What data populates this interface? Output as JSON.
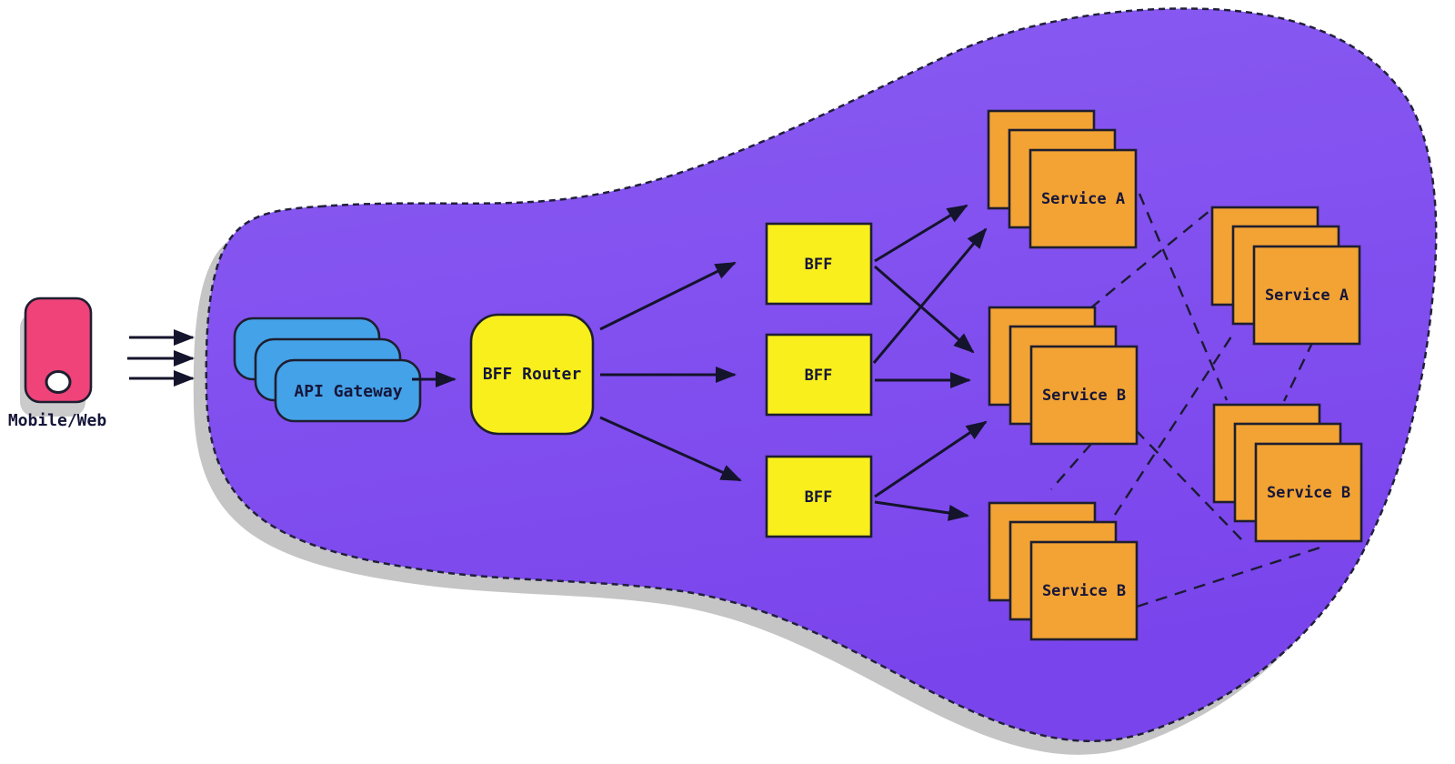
{
  "client": {
    "label": "Mobile/Web"
  },
  "api_gateway": {
    "label": "API Gateway"
  },
  "bff_router": {
    "label": "BFF Router"
  },
  "bffs": [
    {
      "label": "BFF"
    },
    {
      "label": "BFF"
    },
    {
      "label": "BFF"
    }
  ],
  "services": {
    "middle": [
      {
        "label": "Service A"
      },
      {
        "label": "Service B"
      },
      {
        "label": "Service B"
      }
    ],
    "right": [
      {
        "label": "Service A"
      },
      {
        "label": "Service B"
      }
    ]
  },
  "colors": {
    "background": "#ffffff",
    "blob_top": "#8a5cf2",
    "blob_bottom": "#7a44ec",
    "blob_border": "#20203a",
    "shadow": "#8b8b8b",
    "client_fill": "#ef4379",
    "client_button": "#ffffff",
    "gateway_fill": "#44a2e8",
    "bff_fill": "#f8ef1c",
    "service_fill": "#f2a333",
    "outline": "#1e1e30",
    "arrow": "#14142c",
    "text": "#16163a"
  }
}
